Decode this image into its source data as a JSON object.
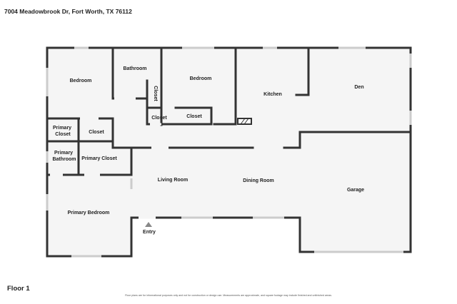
{
  "header": {
    "address": "7004 Meadowbrook Dr, Fort Worth, TX 76112"
  },
  "floor": {
    "label": "Floor 1"
  },
  "footer": {
    "disclaimer": "Floor plans are for informational purposes only and not for construction or design use. Measurements are approximate, and square footage may include finished and unfinished areas."
  },
  "rooms": {
    "bedroom_1": "Bedroom",
    "bathroom": "Bathroom",
    "bedroom_2": "Bedroom",
    "kitchen": "Kitchen",
    "den": "Den",
    "closet_hall_vertical": "Closet",
    "closet_hall_1": "Closet",
    "closet_hall_2": "Closet",
    "primary_closet_1": "Primary\nCloset",
    "closet_bedroom": "Closet",
    "primary_bathroom": "Primary\nBathroom",
    "primary_closet_2": "Primary Closet",
    "living_room": "Living Room",
    "dining_room": "Dining Room",
    "garage": "Garage",
    "primary_bedroom": "Primary Bedroom",
    "entry": "Entry"
  },
  "colors": {
    "wall": "#333333",
    "window": "#cccccc",
    "floor_fill": "#f5f5f5"
  }
}
